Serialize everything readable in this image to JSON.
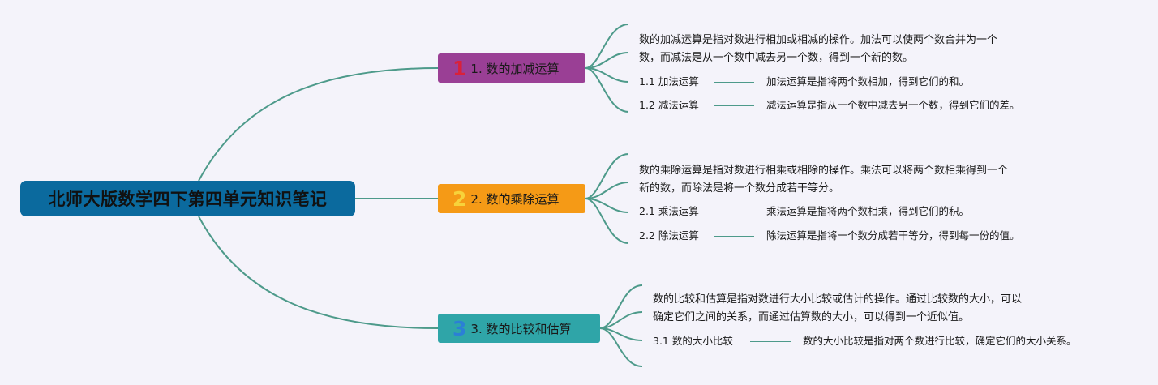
{
  "colors": {
    "connector": "#4d9a8a",
    "root_bg": "#0b6a9e",
    "branch1_bg": "#9a3f95",
    "branch1_num": "#d9213a",
    "branch2_bg": "#f59a16",
    "branch2_num": "#f7d23a",
    "branch3_bg": "#2fa5a8",
    "branch3_num": "#2b7fd6",
    "background": "#f4f3fa"
  },
  "root": {
    "title": "北师大版数学四下第四单元知识笔记"
  },
  "branches": [
    {
      "number": "1",
      "label": "1. 数的加减运算",
      "desc_line1": "数的加减运算是指对数进行相加或相减的操作。加法可以使两个数合并为一个",
      "desc_line2": "数，而减法是从一个数中减去另一个数，得到一个新的数。",
      "subs": [
        {
          "label": "1.1 加法运算",
          "text": "加法运算是指将两个数相加，得到它们的和。"
        },
        {
          "label": "1.2 减法运算",
          "text": "减法运算是指从一个数中减去另一个数，得到它们的差。"
        }
      ]
    },
    {
      "number": "2",
      "label": "2. 数的乘除运算",
      "desc_line1": "数的乘除运算是指对数进行相乘或相除的操作。乘法可以将两个数相乘得到一个",
      "desc_line2": "新的数，而除法是将一个数分成若干等分。",
      "subs": [
        {
          "label": "2.1 乘法运算",
          "text": "乘法运算是指将两个数相乘，得到它们的积。"
        },
        {
          "label": "2.2 除法运算",
          "text": "除法运算是指将一个数分成若干等分，得到每一份的值。"
        }
      ]
    },
    {
      "number": "3",
      "label": "3. 数的比较和估算",
      "desc_line1": "数的比较和估算是指对数进行大小比较或估计的操作。通过比较数的大小，可以",
      "desc_line2": "确定它们之间的关系，而通过估算数的大小，可以得到一个近似值。",
      "subs": [
        {
          "label": "3.1 数的大小比较",
          "text": "数的大小比较是指对两个数进行比较，确定它们的大小关系。"
        }
      ]
    }
  ]
}
